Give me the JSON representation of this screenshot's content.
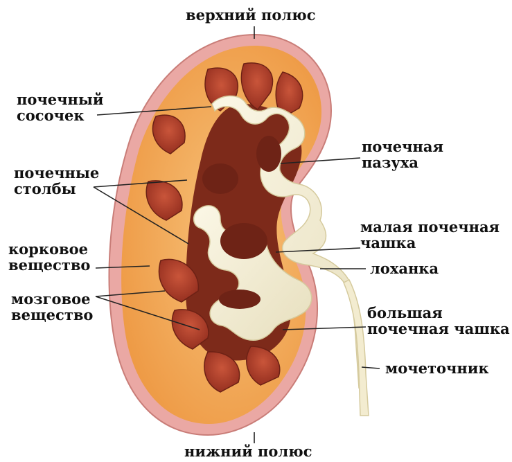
{
  "labels": {
    "upper_pole": "верхний полюс",
    "papilla_1": "почечный",
    "papilla_2": "сосочек",
    "sinus_1": "почечная",
    "sinus_2": "пазуха",
    "columns_1": "почечные",
    "columns_2": "столбы",
    "minor_calyx_1": "малая почечная",
    "minor_calyx_2": "чашка",
    "cortex_1": "корковое",
    "cortex_2": "вещество",
    "pelvis": "лоханка",
    "medulla_1": "мозговое",
    "medulla_2": "вещество",
    "major_calyx_1": "большая",
    "major_calyx_2": "почечная чашка",
    "ureter": "мочеточник",
    "lower_pole": "нижний полюс"
  },
  "colors": {
    "capsule": "#e9a3a0",
    "cortex": "#f2a554",
    "medulla": "#b8432b",
    "sinus": "#8a2f1e",
    "pelvis": "#f4efd5",
    "leader": "#222222"
  }
}
